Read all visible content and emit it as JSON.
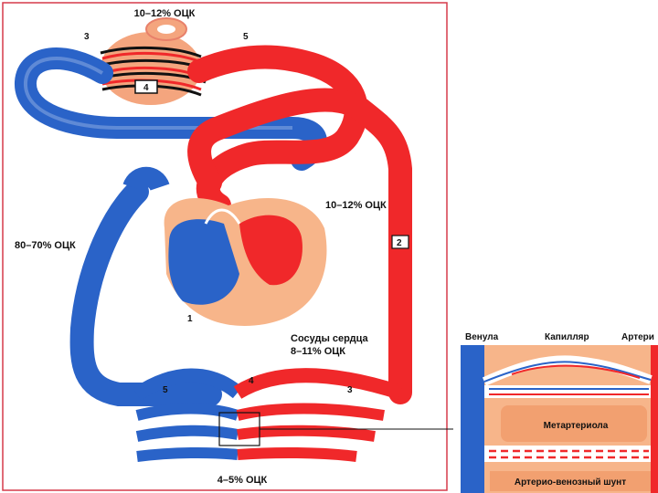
{
  "colors": {
    "artery": "#f0282a",
    "vein": "#2a63c8",
    "tissue": "#f7b58a",
    "tissue_dark": "#e8956a",
    "frame_border": "#d63a4a",
    "inset_border": "#e44a5a"
  },
  "labels": {
    "top_percent": "10–12% ОЦК",
    "right_percent": "10–12% ОЦК",
    "left_percent": "80–70% ОЦК",
    "heart_vessels_line1": "Сосуды сердца",
    "heart_vessels_line2": "8–11% ОЦК",
    "bottom_percent": "4–5% ОЦК"
  },
  "numbers": {
    "n1": "1",
    "n2": "2",
    "n3_top": "3",
    "n4_top": "4",
    "n5_top": "5",
    "n3_bottom": "3",
    "n4_bottom": "4",
    "n5_bottom": "5"
  },
  "inset": {
    "venule": "Венула",
    "capillary": "Капилляр",
    "artery": "Артери",
    "metarteriole": "Метартериола",
    "shunt": "Артерио-венозный шунт"
  }
}
